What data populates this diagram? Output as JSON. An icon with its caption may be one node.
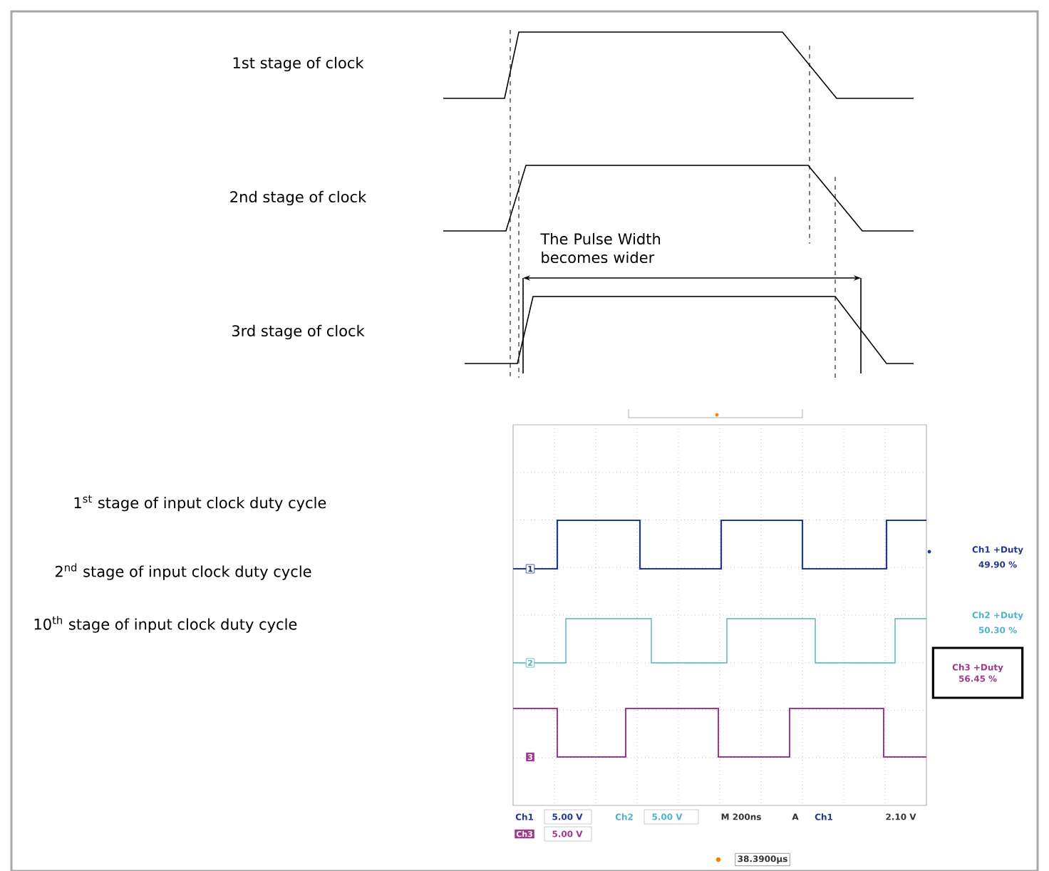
{
  "diagram": {
    "nodes": [
      {
        "text": [
          "Ch3 +Duty 56.45 %"
        ]
      }
    ],
    "labels": [
      "1st stage of clock",
      "2nd stage of clock",
      "The Pulse Width becomes wider",
      "3rd stage of clock",
      "1$^{st}$ stage of input clock duty cycle",
      "2$^{nd}$ stage of input clock duty cycle",
      "10$^{th}$ stage of input clock duty cycle",
      "1",
      "Ch1 +Duty",
      "49.90 %",
      "2",
      "Ch2 +Duty",
      "50.30 %",
      "3",
      "Ch1",
      "5.00 V",
      "Ch2",
      "5.00 V",
      "M 200ns",
      "A",
      "Ch1",
      "2.10 V",
      "Ch3",
      "5.00 V",
      "38.3900µs"
    ]
  }
}
